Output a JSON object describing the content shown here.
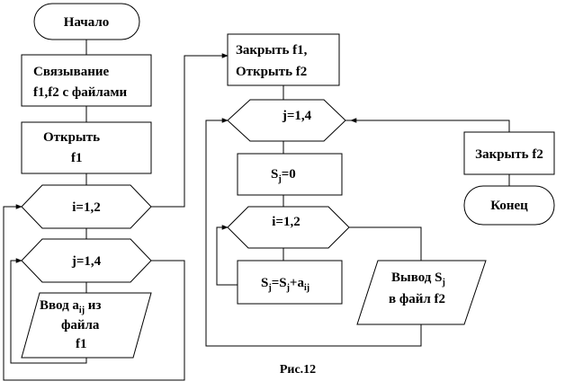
{
  "blocks": {
    "start": "Начало",
    "bind": [
      "Связывание",
      "f1,f2 с файлами"
    ],
    "open_f1": [
      "Открыть",
      "f1"
    ],
    "loop_i_left": "i=1,2",
    "loop_j_left": "j=1,4",
    "input": [
      "Ввод a",
      "ij",
      " из",
      "файла",
      "f1"
    ],
    "close_open": [
      "Закрыть f1,",
      "Открыть f2"
    ],
    "loop_j_mid": "j=1,4",
    "init": [
      "S",
      "j",
      "=0"
    ],
    "loop_i_mid": "i=1,2",
    "accum": [
      "S",
      "j",
      "=S",
      "j",
      "+a",
      "ij"
    ],
    "output": [
      "Вывод S",
      "j",
      "в файл   f2"
    ],
    "close_f2": "Закрыть f2",
    "end": "Конец"
  },
  "caption": "Рис.12"
}
